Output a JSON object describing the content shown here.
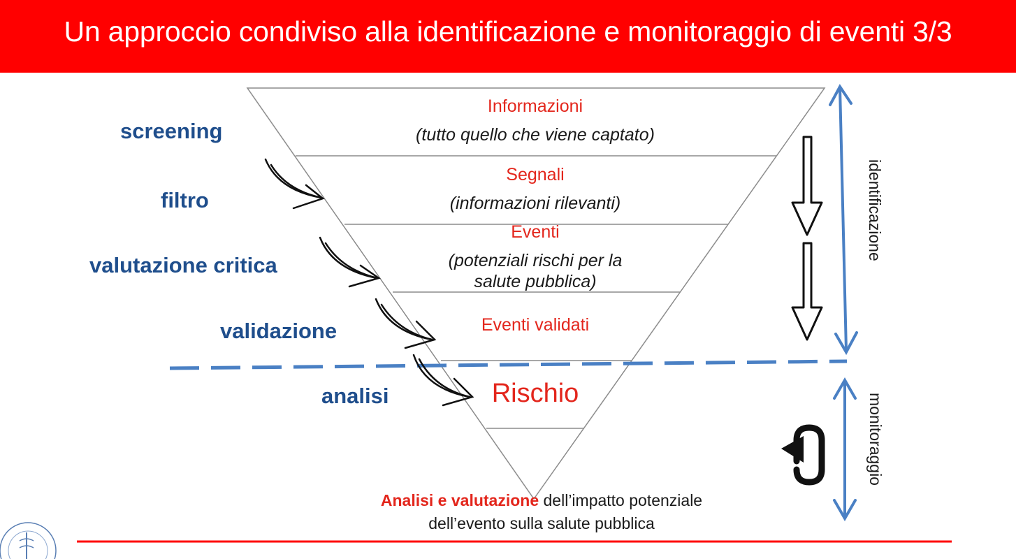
{
  "title": "Un approccio condiviso alla identificazione e monitoraggio di eventi 3/3",
  "stages": [
    "screening",
    "filtro",
    "valutazione critica",
    "validazione",
    "analisi"
  ],
  "levels": [
    {
      "title": "Informazioni",
      "subtitle": "(tutto quello che viene captato)"
    },
    {
      "title": "Segnali",
      "subtitle": "(informazioni rilevanti)"
    },
    {
      "title": "Eventi",
      "subtitle": "(potenziali rischi per la salute pubblica)"
    },
    {
      "title": "Eventi validati"
    },
    {
      "title": "Rischio"
    }
  ],
  "side_labels": {
    "upper": "identificazione",
    "lower": "monitoraggio"
  },
  "caption": {
    "highlight": "Analisi e valutazione",
    "rest": " dell’impatto potenziale",
    "line2": "dell’evento sulla salute pubblica"
  },
  "colors": {
    "title_bar": "#ff0000",
    "stage_text": "#1f4e8c",
    "level_title": "#e3261c",
    "blue_arrow": "#4a80c4",
    "bottom_rule": "#ff0000"
  },
  "icons": [
    "down-arrow-icon",
    "double-headed-arrow-icon",
    "cycle-arrow-icon",
    "curved-arrow-icon",
    "institute-seal-logo"
  ]
}
